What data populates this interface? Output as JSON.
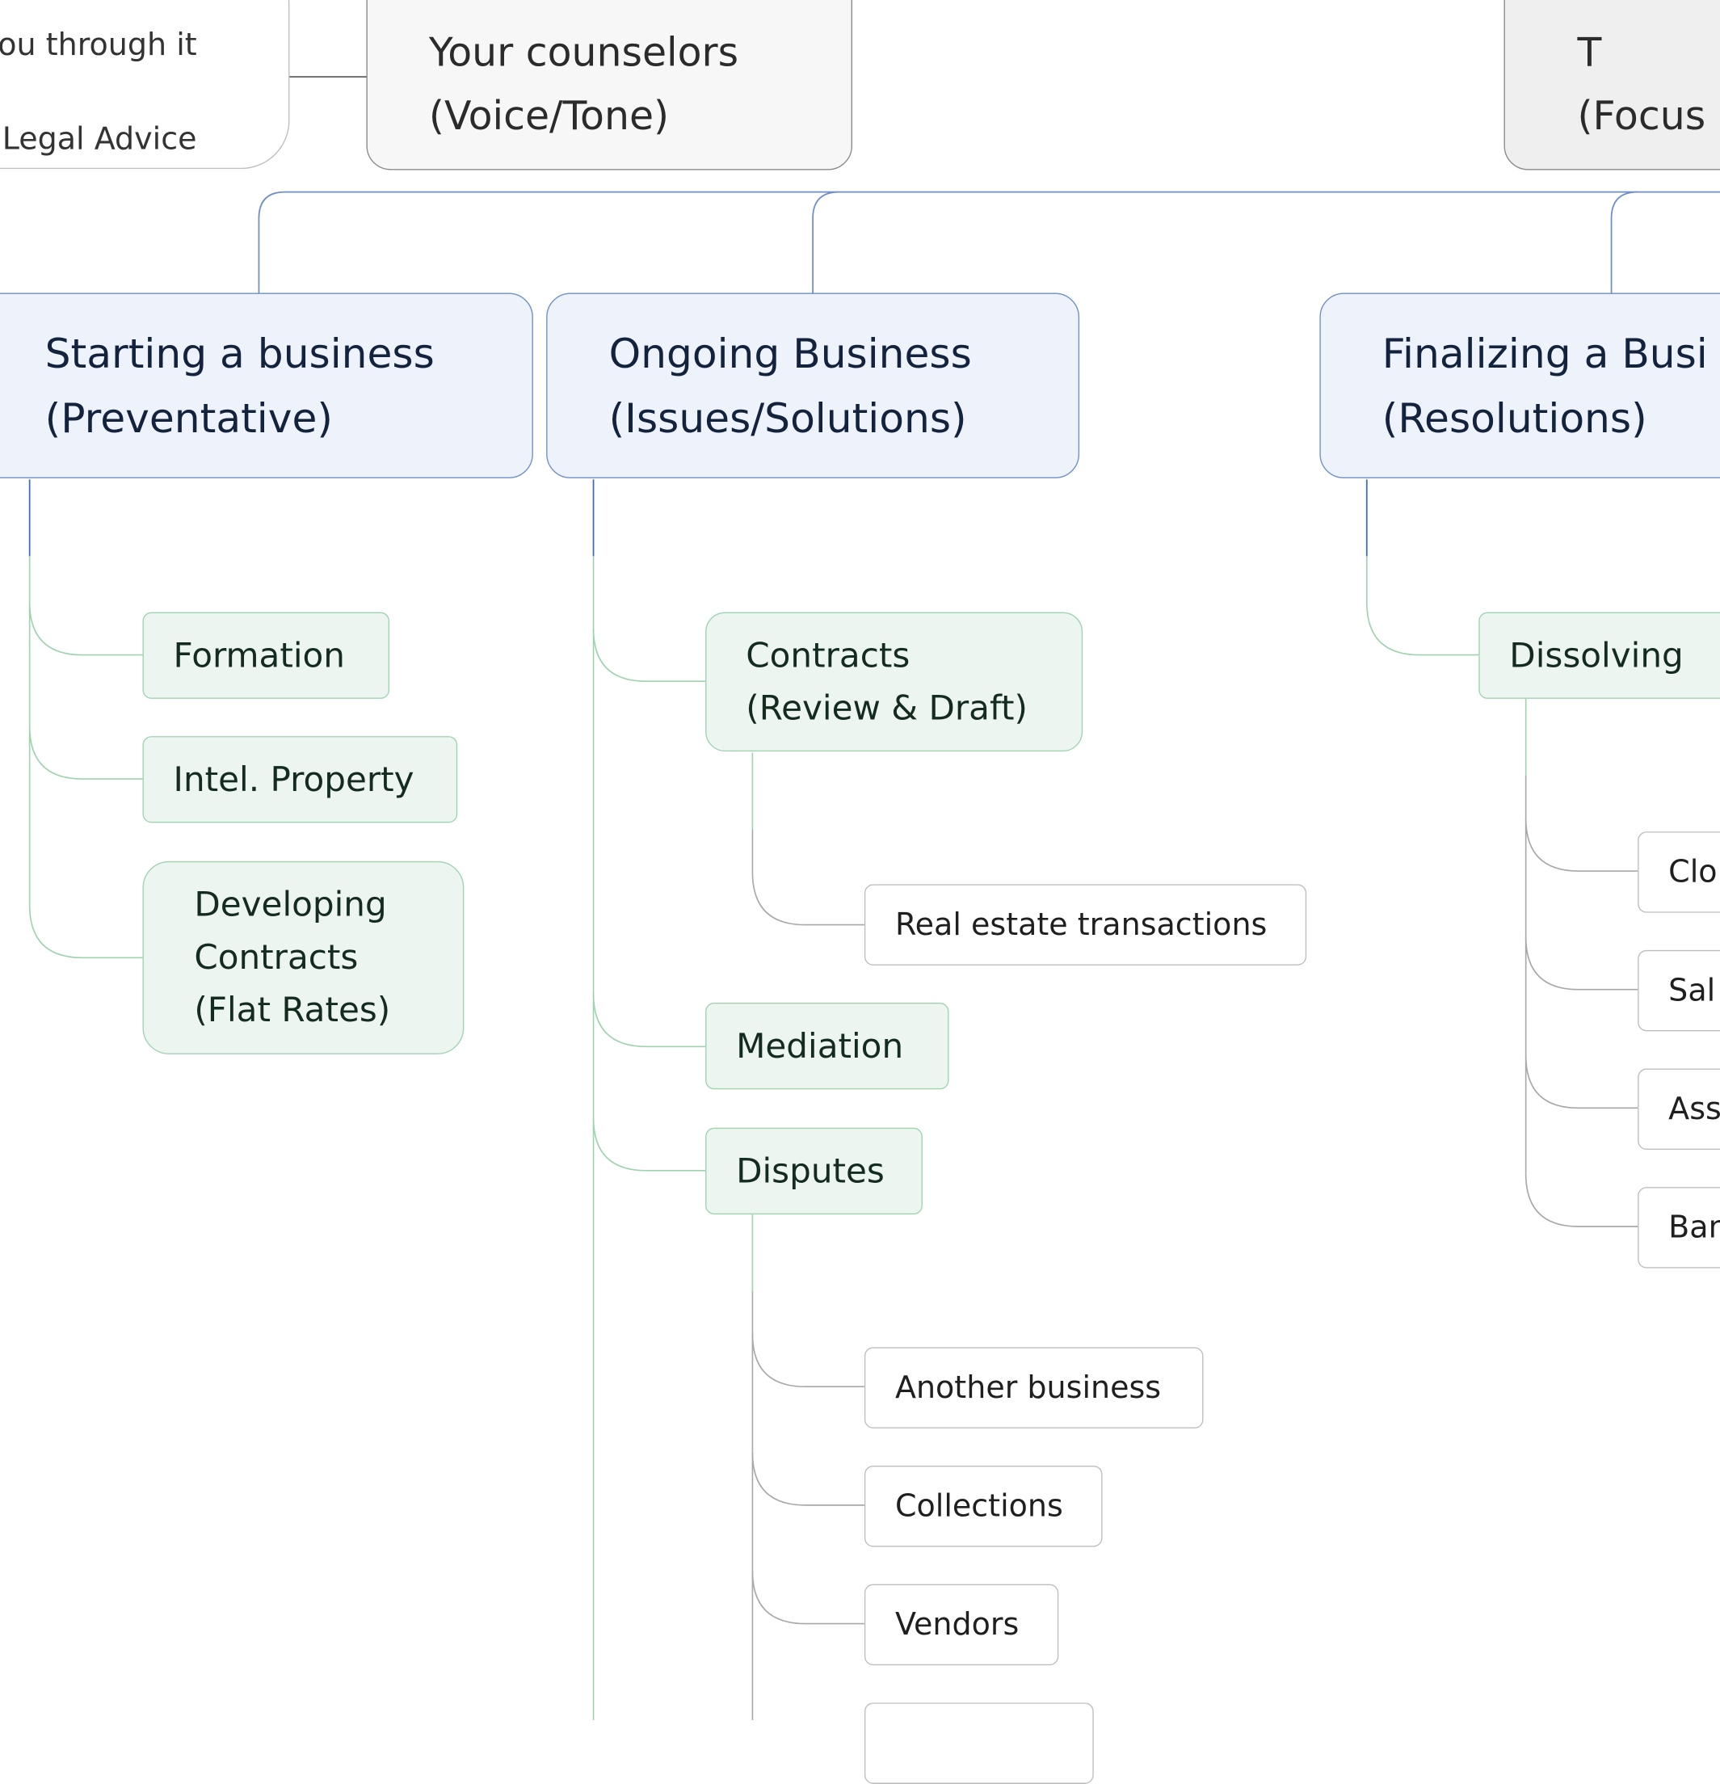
{
  "mindmap": {
    "top_left": {
      "line1": "ou through it",
      "line2": "Legal Advice"
    },
    "counselors": {
      "label": "Your counselors\n(Voice/Tone)"
    },
    "focus": {
      "label": "T\n(Focus"
    },
    "branches": {
      "starting": {
        "label": "Starting a business\n(Preventative)"
      },
      "ongoing": {
        "label": "Ongoing Business\n(Issues/Solutions)"
      },
      "finalizing": {
        "label": "Finalizing a Busi\n(Resolutions)"
      }
    },
    "starting_items": {
      "formation": "Formation",
      "ip": "Intel. Property",
      "developing": "Developing\nContracts\n(Flat Rates)"
    },
    "ongoing_items": {
      "contracts": "Contracts\n(Review & Draft)",
      "real_estate": "Real estate transactions",
      "mediation": "Mediation",
      "disputes": "Disputes",
      "another": "Another business",
      "collections": "Collections",
      "vendors": "Vendors"
    },
    "finalizing_items": {
      "dissolving": "Dissolving",
      "clo": "Clo",
      "sal": "Sal",
      "ass": "Ass",
      "ban": "Ban"
    }
  }
}
